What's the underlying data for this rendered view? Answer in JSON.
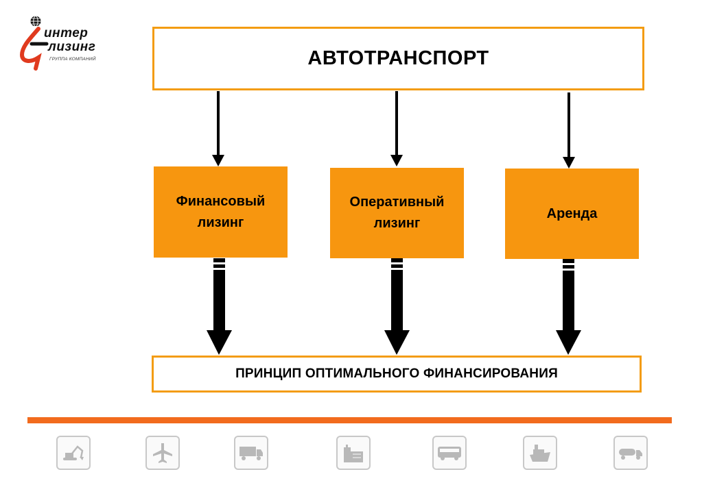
{
  "logo": {
    "line1": "интер",
    "line2": "лизинг",
    "sub": "ГРУППА КОМПАНИЙ"
  },
  "top": {
    "title": "АВТОТРАНСПОРТ"
  },
  "boxes": [
    {
      "line1": "Финансовый",
      "line2": "лизинг"
    },
    {
      "line1": "Оперативный",
      "line2": "лизинг"
    },
    {
      "line1": "Аренда"
    }
  ],
  "bottom": {
    "title": "ПРИНЦИП ОПТИМАЛЬНОГО ФИНАНСИРОВАНИЯ"
  },
  "colors": {
    "accent": "#f7960f",
    "border": "#f39c12",
    "divider": "#f26b1d",
    "icon_gray": "#c8c8c8"
  },
  "icons": [
    "excavator-icon",
    "airplane-icon",
    "truck-icon",
    "building-icon",
    "bus-icon",
    "ship-icon",
    "tanker-truck-icon"
  ]
}
